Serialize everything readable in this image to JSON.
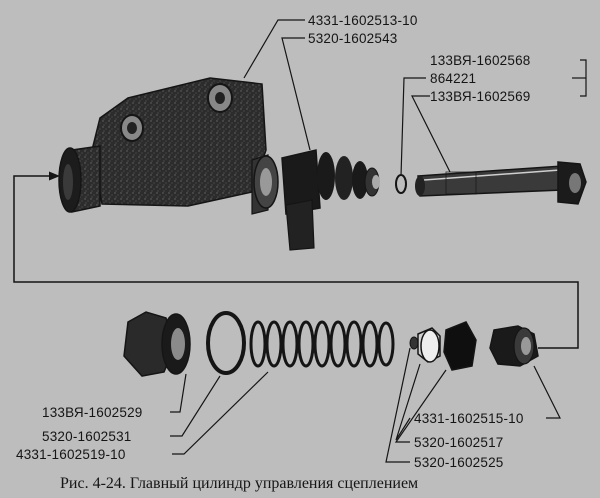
{
  "labels": {
    "top_1": "4331-1602513-10",
    "top_2": "5320-1602543",
    "right_1": "133ВЯ-1602568",
    "right_2": "864221",
    "right_3": "133ВЯ-1602569",
    "left_1": "133ВЯ-1602529",
    "left_2": "5320-1602531",
    "left_3": "4331-1602519-10",
    "br_1": "4331-1602515-10",
    "br_2": "5320-1602517",
    "br_3": "5320-1602525"
  },
  "caption": "Рис. 4-24. Главный цилиндр управления сцеплением",
  "colors": {
    "background": "#bdbdbd",
    "ink": "#151515"
  }
}
